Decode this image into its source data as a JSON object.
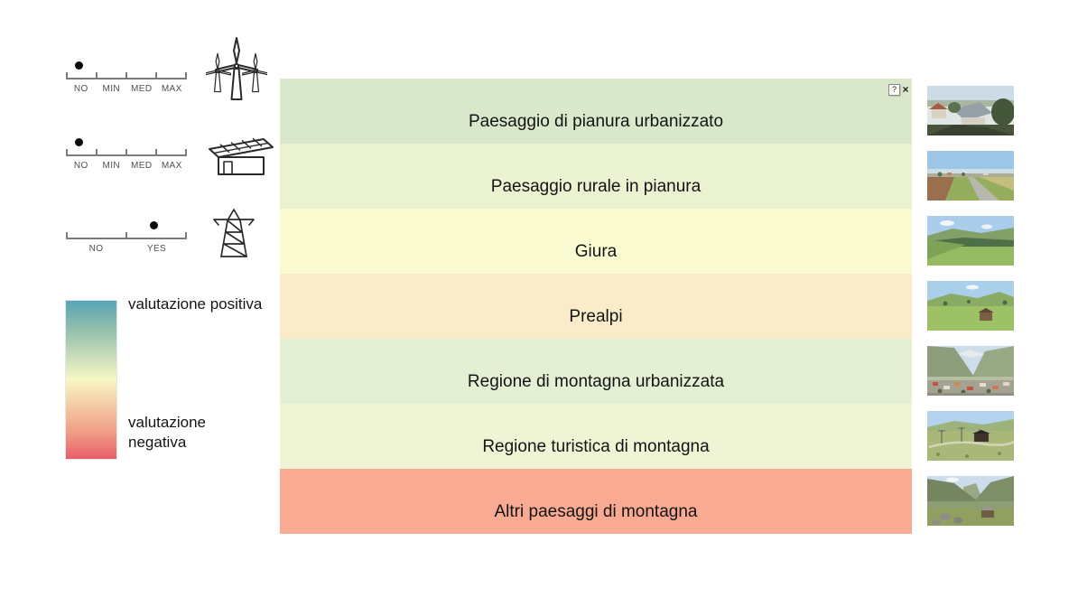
{
  "app": {
    "background": "#ffffff"
  },
  "controls": {
    "sliders": [
      {
        "id": "wind-energy",
        "icon": "wind-turbines-icon",
        "ticks": [
          "NO",
          "MIN",
          "MED",
          "MAX"
        ],
        "value": "NO"
      },
      {
        "id": "solar-energy",
        "icon": "solar-roof-house-icon",
        "ticks": [
          "NO",
          "MIN",
          "MED",
          "MAX"
        ],
        "value": "NO"
      },
      {
        "id": "power-line",
        "icon": "power-pylon-icon",
        "ticks": [
          "NO",
          "YES"
        ],
        "value": "YES"
      }
    ]
  },
  "legend": {
    "positive_label": "valutazione positiva",
    "negative_label": "valutazione negativa",
    "gradient": [
      "#58a4b8",
      "#8ebcab",
      "#c2dab8",
      "#f8f7c4",
      "#f3c9a3",
      "#ef9d86",
      "#e85e69"
    ]
  },
  "panel": {
    "help_label": "?",
    "close_label": "×",
    "rows": [
      {
        "label": "Paesaggio di pianura urbanizzato",
        "color": "#d9e8ca",
        "thumb": "suburban-plain-photo"
      },
      {
        "label": "Paesaggio rurale in pianura",
        "color": "#eaf2d2",
        "thumb": "rural-plain-photo"
      },
      {
        "label": "Giura",
        "color": "#fafbd1",
        "thumb": "jura-hills-photo"
      },
      {
        "label": "Prealpi",
        "color": "#faecc9",
        "thumb": "prealps-photo"
      },
      {
        "label": "Regione di montagna urbanizzata",
        "color": "#e3f0d4",
        "thumb": "urban-mountain-valley-photo"
      },
      {
        "label": "Regione turistica di montagna",
        "color": "#eff5d4",
        "thumb": "tourist-mountain-photo"
      },
      {
        "label": "Altri paesaggi di montagna",
        "color": "#f9aa92",
        "thumb": "other-mountain-photo"
      }
    ]
  }
}
